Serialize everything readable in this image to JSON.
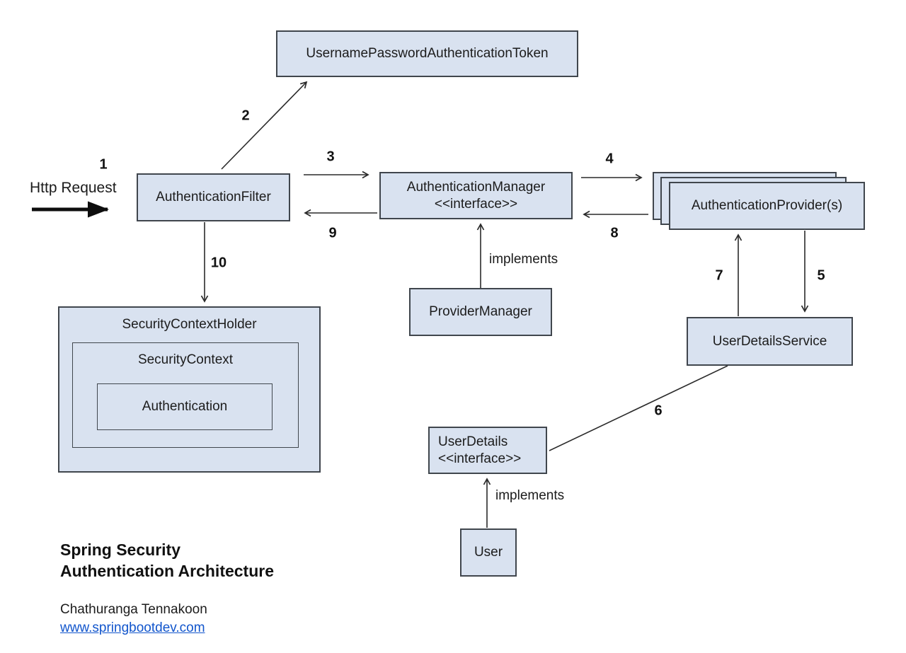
{
  "colors": {
    "box_fill": "#d9e2f0",
    "box_border": "#40464d",
    "line": "#2a2a2a",
    "link": "#1155cc"
  },
  "labels": {
    "http_request": "Http Request",
    "implements_top": "implements",
    "implements_bottom": "implements"
  },
  "boxes": {
    "token": {
      "label": "UsernamePasswordAuthenticationToken"
    },
    "filter": {
      "label": "AuthenticationFilter"
    },
    "manager": {
      "label": "AuthenticationManager",
      "stereotype": "<<interface>>"
    },
    "providers": {
      "label": "AuthenticationProvider(s)"
    },
    "provider_manager": {
      "label": "ProviderManager"
    },
    "security_context_holder": {
      "label": "SecurityContextHolder"
    },
    "security_context": {
      "label": "SecurityContext"
    },
    "authentication": {
      "label": "Authentication"
    },
    "user_details_service": {
      "label": "UserDetailsService"
    },
    "user_details": {
      "label": "UserDetails",
      "stereotype": "<<interface>>"
    },
    "user": {
      "label": "User"
    }
  },
  "steps": [
    "1",
    "2",
    "3",
    "4",
    "5",
    "6",
    "7",
    "8",
    "9",
    "10"
  ],
  "footer": {
    "title_line1": "Spring Security",
    "title_line2": "Authentication Architecture",
    "author": "Chathuranga Tennakoon",
    "website": "www.springbootdev.com"
  }
}
